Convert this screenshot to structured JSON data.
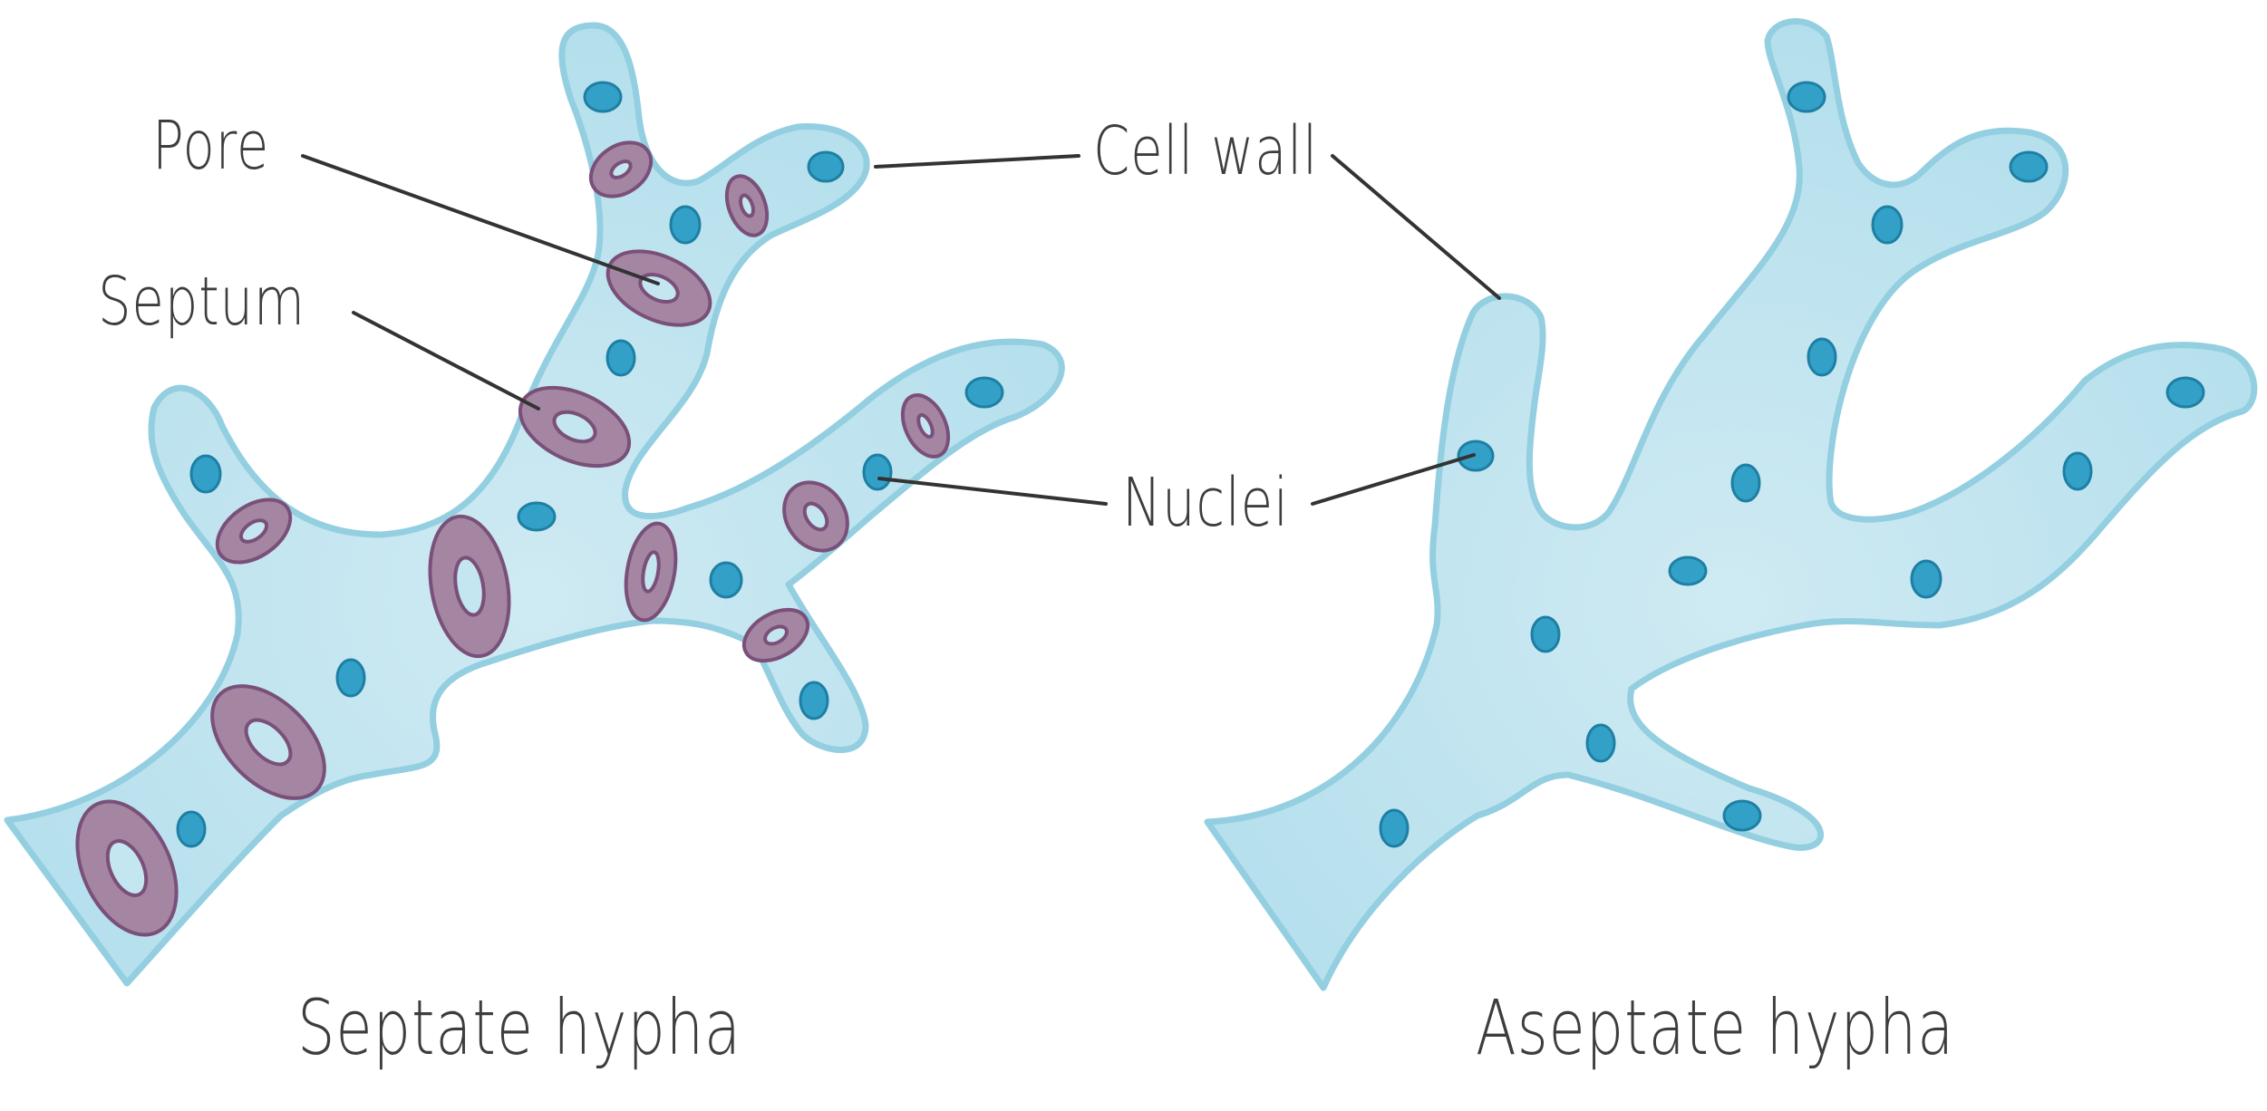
{
  "diagram": {
    "title_left": "Septate hypha",
    "title_right": "Aseptate hypha",
    "labels": {
      "pore": "Pore",
      "septum": "Septum",
      "cell_wall": "Cell wall",
      "nuclei": "Nuclei"
    },
    "colors": {
      "hypha_fill": "#c4e6f1",
      "hypha_edge": "#93cfe0",
      "nucleus_fill": "#33a0c8",
      "nucleus_edge": "#1d7fa3",
      "septum_fill": "#a486a2",
      "septum_edge": "#7a507a",
      "leader_line": "#333333",
      "text": "#3d3d3f"
    }
  }
}
